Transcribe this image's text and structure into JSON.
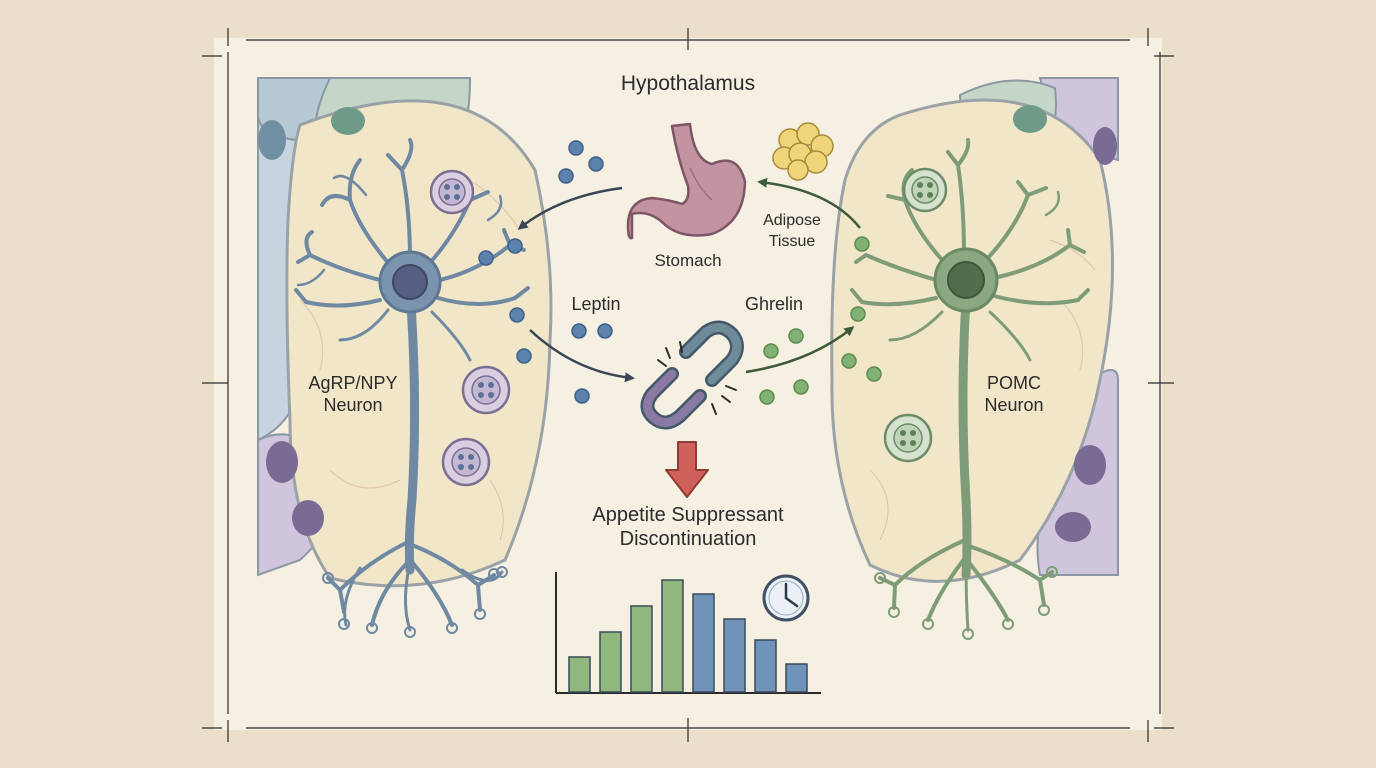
{
  "title": "Hypothalamus",
  "labels": {
    "left_neuron_line1": "AgRP/NPY",
    "left_neuron_line2": "Neuron",
    "right_neuron_line1": "POMC",
    "right_neuron_line2": "Neuron",
    "stomach": "Stomach",
    "adipose_line1": "Adipose",
    "adipose_line2": "Tissue",
    "leptin": "Leptin",
    "ghrelin": "Ghrelin",
    "outcome_line1": "Appetite Suppressant",
    "outcome_line2": "Discontinuation"
  },
  "colors": {
    "paper": "#f5f0e1",
    "background": "#e9dfca",
    "agrp_neuron": "#7890a8",
    "pomc_neuron": "#7f9c78",
    "leptin_dot": "#5b82ad",
    "ghrelin_dot": "#82b273",
    "stomach": "#c294a2",
    "fat": "#f0d47a",
    "link_left": "#8a7aa3",
    "link_right": "#6d8b99",
    "down_arrow": "#d0605a",
    "bar_green": "#8fb77e",
    "bar_blue": "#6f93b9"
  },
  "icons": [
    "stomach-icon",
    "adipose-tissue-icon",
    "broken-link-icon",
    "down-arrow-icon",
    "clock-icon",
    "vesicle-icon"
  ],
  "bar_chart": {
    "type": "bar",
    "values": [
      3.5,
      6,
      8.6,
      11.2,
      9.8,
      7.3,
      5.2,
      2.8
    ],
    "colors": [
      "green",
      "green",
      "green",
      "green",
      "blue",
      "blue",
      "blue",
      "blue"
    ]
  }
}
